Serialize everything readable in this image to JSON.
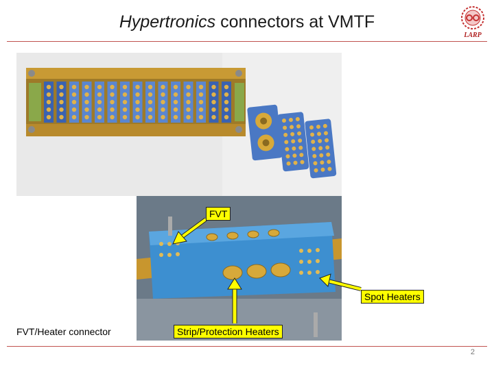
{
  "slide": {
    "title_em": "Hypertronics",
    "title_rest": " connectors at VMTF",
    "logo_text": "LARP",
    "page_number": "2"
  },
  "labels": {
    "fvt": "FVT",
    "spot_heaters": "Spot Heaters",
    "strip_heaters": "Strip/Protection Heaters",
    "caption": "FVT/Heater connector"
  },
  "colors": {
    "accent_rule": "#c0504d",
    "label_fill": "#ffff00",
    "connector_blue": "#4a78c4",
    "brass": "#d7a93a"
  }
}
